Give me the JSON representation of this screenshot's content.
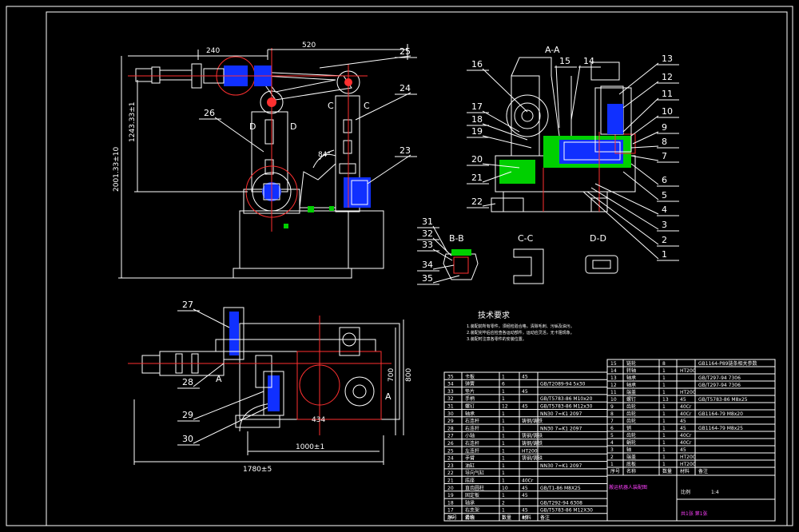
{
  "drawing": {
    "dims": {
      "d240": "240",
      "d520": "520",
      "d2001": "2001.33±10",
      "d1243": "1243.33±1",
      "d84": "84°",
      "d700": "700",
      "d800": "800",
      "d434": "434",
      "d1000": "1000±1",
      "d1780": "1780±5"
    },
    "sections": {
      "aa": "A-A",
      "bb": "B-B",
      "cc": "C-C",
      "dd": "D-D",
      "c_mark": "C",
      "d_mark": "D",
      "a_mark": "A"
    },
    "balloons": [
      "1",
      "2",
      "3",
      "4",
      "5",
      "6",
      "7",
      "8",
      "9",
      "10",
      "11",
      "12",
      "13",
      "14",
      "15",
      "16",
      "17",
      "18",
      "19",
      "20",
      "21",
      "22",
      "23",
      "24",
      "25",
      "26",
      "27",
      "28",
      "29",
      "30",
      "31",
      "32",
      "33",
      "34",
      "35"
    ],
    "notes": {
      "title": "技术要求",
      "lines": [
        "1.装配前所有零件，须经检验合格，清除毛刺、污垢及油污。",
        "2.装配完毕后应检查各运动部件，运动应灵活，无卡阻现象。",
        "3.装配时注意各零件的安装位置。"
      ]
    },
    "bom_left": {
      "rows": [
        [
          "35",
          "卡板",
          "1",
          "45",
          ""
        ],
        [
          "34",
          "弹簧",
          "6",
          "",
          "GB/T2089-94 5x30"
        ],
        [
          "33",
          "垫片",
          "1",
          "45",
          ""
        ],
        [
          "32",
          "手柄",
          "1",
          "",
          "GB/T5783-86 M10x20"
        ],
        [
          "31",
          "螺钉",
          "12",
          "45",
          "GB/T5783-86 M12x30"
        ],
        [
          "30",
          "轴承",
          "1",
          "",
          "NN30 7=K1 2097"
        ],
        [
          "29",
          "右连杆",
          "1",
          "铸钢/铸铁",
          ""
        ],
        [
          "28",
          "右连杆",
          "1",
          "",
          "NN30 7=K1 2097"
        ],
        [
          "27",
          "小轴",
          "1",
          "铸钢/铸铁",
          ""
        ],
        [
          "26",
          "右连杆",
          "1",
          "铸钢/铸铁",
          ""
        ],
        [
          "25",
          "左连杆",
          "1",
          "HT200",
          ""
        ],
        [
          "24",
          "手臂",
          "1",
          "铸钢/铸铁",
          ""
        ],
        [
          "23",
          "油缸",
          "1",
          "",
          "NN30 7=K1 2097"
        ],
        [
          "22",
          "导向气缸",
          "1",
          "",
          ""
        ],
        [
          "21",
          "底座",
          "1",
          "40Cr",
          ""
        ],
        [
          "20",
          "直齿圆柱",
          "10",
          "45",
          "GB/T1-86 M8X25"
        ],
        [
          "19",
          "固定板",
          "1",
          "45",
          ""
        ],
        [
          "18",
          "轴承",
          "2",
          "",
          "GB/T292-94 6308"
        ],
        [
          "17",
          "右支架",
          "1",
          "45",
          "GB/T5783-86 M12X30"
        ],
        [
          "16",
          "滑块",
          "1",
          "45",
          ""
        ]
      ],
      "head": [
        "序号",
        "名称",
        "数量",
        "材料",
        "备注"
      ]
    },
    "bom_right": {
      "rows": [
        [
          "15",
          "链轮",
          "8",
          "",
          "GB1164-P89链条相关参数"
        ],
        [
          "14",
          "转轴",
          "1",
          "HT200",
          ""
        ],
        [
          "13",
          "轴承",
          "1",
          "",
          "GB/T297-94 7306"
        ],
        [
          "12",
          "轴承",
          "1",
          "",
          "GB/T297-94 7306"
        ],
        [
          "11",
          "端盖",
          "1",
          "HT200",
          ""
        ],
        [
          "10",
          "螺钉",
          "13",
          "45",
          "GB/T5783-86 M8x25"
        ],
        [
          "9",
          "齿轮",
          "1",
          "40Cr",
          ""
        ],
        [
          "8",
          "齿轮",
          "1",
          "40Cr",
          "GB1164-79 M8x20"
        ],
        [
          "7",
          "齿轮",
          "1",
          "45",
          ""
        ],
        [
          "6",
          "销",
          "1",
          "45",
          "GB1164-79 M8x25"
        ],
        [
          "5",
          "齿轮",
          "1",
          "40Cr",
          ""
        ],
        [
          "4",
          "蜗轮",
          "1",
          "40Cr",
          ""
        ],
        [
          "3",
          "轴",
          "1",
          "45",
          ""
        ],
        [
          "2",
          "端盖",
          "1",
          "HT200",
          ""
        ],
        [
          "1",
          "底板",
          "1",
          "HT200",
          ""
        ]
      ],
      "head": [
        "序号",
        "名称",
        "数量",
        "材料",
        "备注"
      ],
      "title_block": {
        "project": "搬运机器人装配图",
        "scale_label": "比例",
        "scale": "1:4",
        "sheet": "共1张 第1张"
      }
    }
  }
}
